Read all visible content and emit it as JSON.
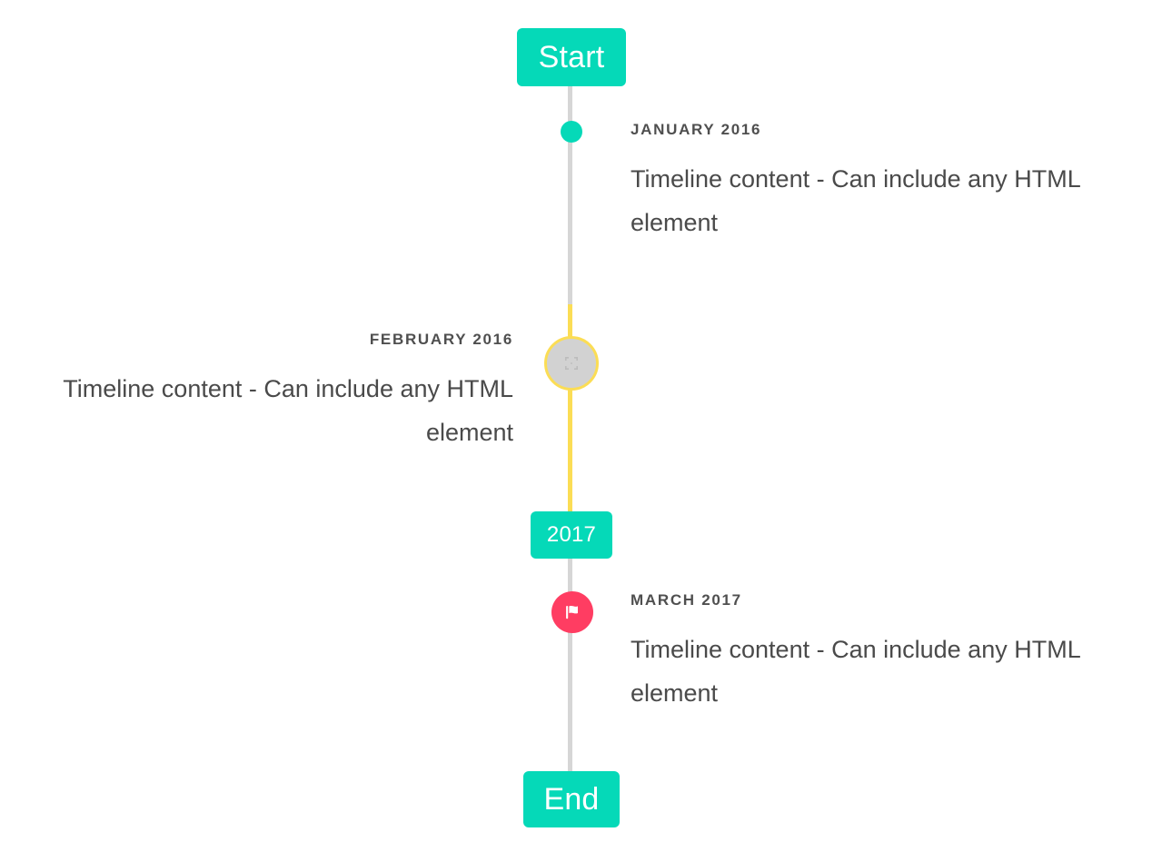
{
  "timeline": {
    "start_cap": {
      "label": "Start",
      "color": "#05d9b8"
    },
    "mid_cap": {
      "label": "2017",
      "color": "#05d9b8"
    },
    "end_cap": {
      "label": "End",
      "color": "#05d9b8"
    },
    "rail": {
      "default_color": "#d6d6d6",
      "highlight_color": "#fbdd55"
    },
    "entries": [
      {
        "date": "JANUARY 2016",
        "body": "Timeline content - Can include any HTML element",
        "side": "right",
        "marker": {
          "type": "dot",
          "icon": "dot-icon",
          "color": "#05d9b8"
        }
      },
      {
        "date": "FEBRUARY 2016",
        "body": "Timeline content - Can include any HTML element",
        "side": "left",
        "marker": {
          "type": "image",
          "icon": "broken-image-icon",
          "color": "#d2d2d2",
          "border_color": "#fbdd55"
        }
      },
      {
        "date": "MARCH 2017",
        "body": "Timeline content - Can include any HTML element",
        "side": "right",
        "marker": {
          "type": "flag",
          "icon": "flag-icon",
          "color": "#ff3d62"
        }
      }
    ]
  }
}
